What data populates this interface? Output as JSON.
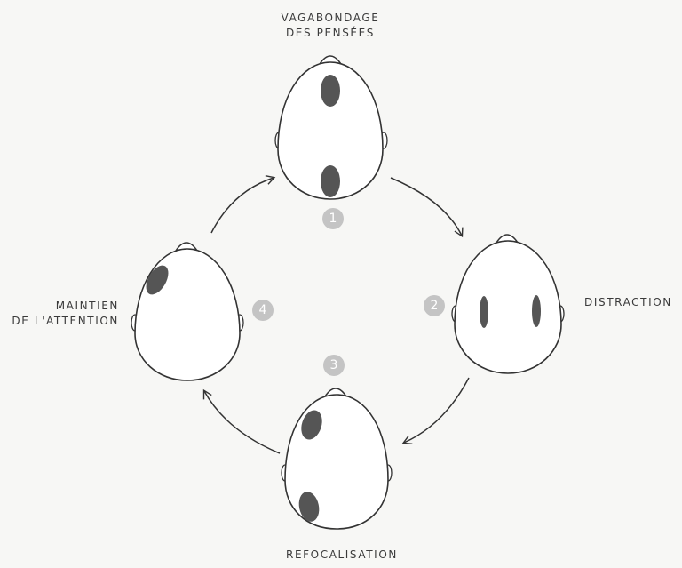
{
  "labels": {
    "top_line1": "VAGABONDAGE",
    "top_line2": "DES PENSÉES",
    "right": "DISTRACTION",
    "bottom": "REFOCALISATION",
    "left_line1": "MAINTIEN",
    "left_line2": "DE L'ATTENTION"
  },
  "steps": [
    "1",
    "2",
    "3",
    "4"
  ],
  "colors": {
    "ink": "#333333",
    "spot": "#555555",
    "badge": "#c4c4c4"
  }
}
